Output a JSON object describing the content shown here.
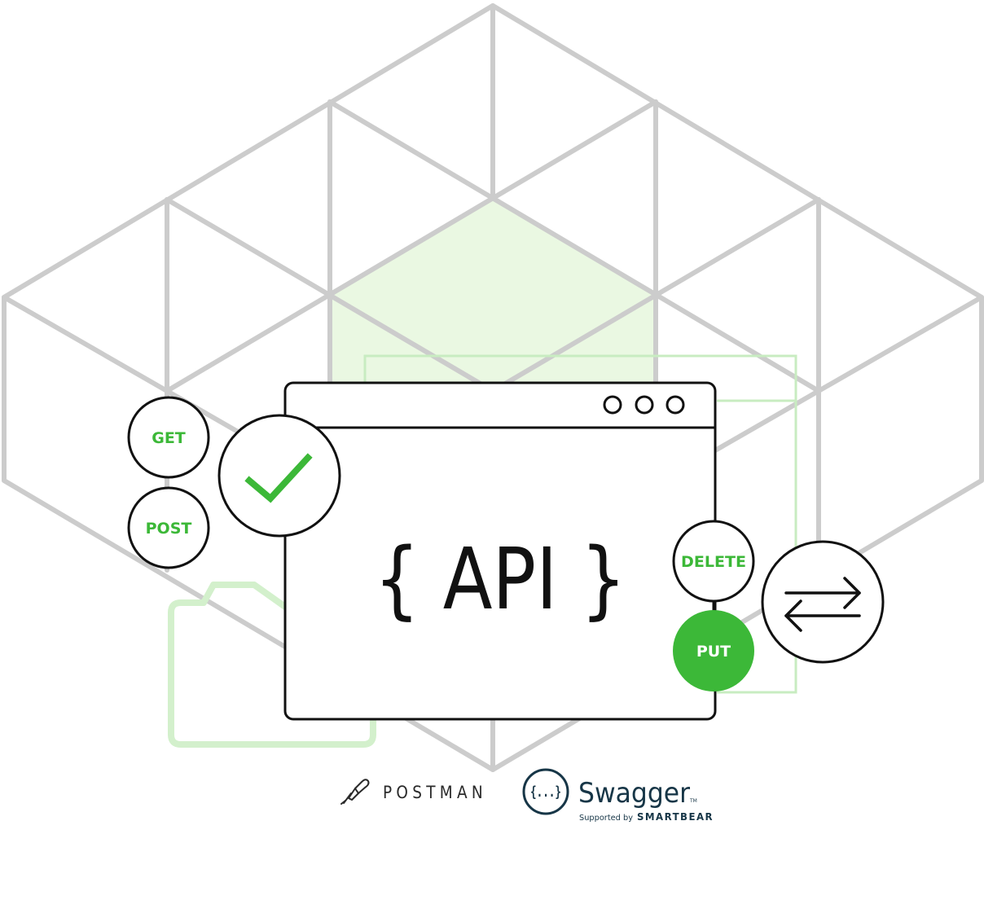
{
  "diagram": {
    "center_label": "{ API }",
    "methods": {
      "get": "GET",
      "post": "POST",
      "delete": "DELETE",
      "put": "PUT"
    },
    "window_controls": [
      "circle-icon",
      "circle-icon",
      "circle-icon"
    ],
    "icons": {
      "success": "checkmark-icon",
      "exchange": "swap-arrows-icon",
      "folder": "folder-icon"
    }
  },
  "brands": {
    "postman": "POSTMAN",
    "swagger": "Swagger",
    "swagger_tm": "TM",
    "swagger_braces": "{...}",
    "supported_by": "Supported by",
    "smartbear": "SMARTBEAR"
  },
  "colors": {
    "accent_green": "#3cb838",
    "light_green_fill": "#eaf8e2",
    "light_green_stroke": "#c8ecc1",
    "grid_gray": "#cccccc",
    "ink": "#111111",
    "swagger_navy": "#173647"
  }
}
